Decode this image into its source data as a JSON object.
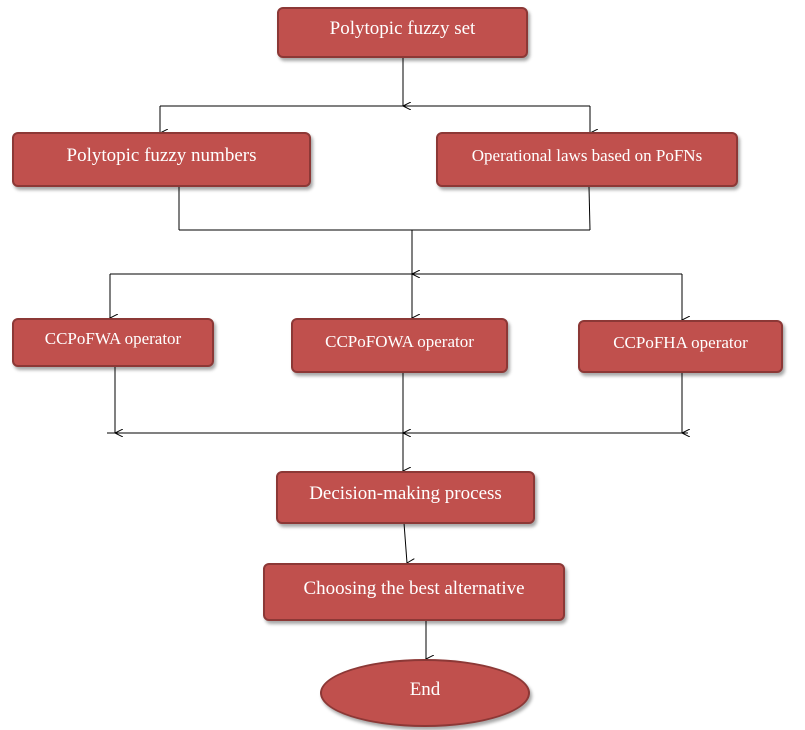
{
  "flowchart": {
    "nodes": {
      "start": "Polytopic fuzzy set",
      "pfn": "Polytopic fuzzy numbers",
      "laws": "Operational laws based on PoFNs",
      "op1": "CCPoFWA operator",
      "op2": "CCPoFOWA operator",
      "op3": "CCPoFHA operator",
      "dm": "Decision-making process",
      "best": "Choosing the best alternative",
      "end": "End"
    },
    "colors": {
      "node_fill": "#c0504d",
      "node_border": "#8c3836",
      "node_text": "#ffffff",
      "connector": "#000000"
    }
  }
}
